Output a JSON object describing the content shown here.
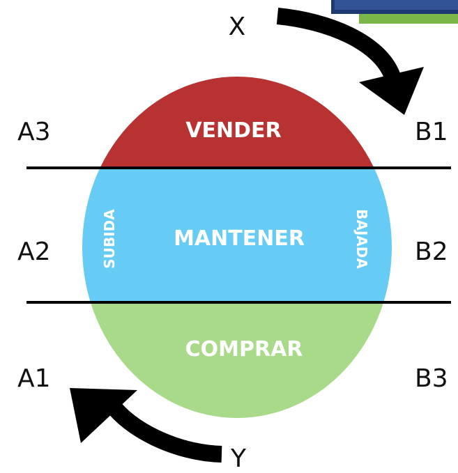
{
  "zones": {
    "top_label": "VENDER",
    "middle_label": "MANTENER",
    "bottom_label": "COMPRAR",
    "left_side_label": "SUBIDA",
    "right_side_label": "BAJADA"
  },
  "points": {
    "x": "X",
    "y": "Y",
    "a1": "A1",
    "a2": "A2",
    "a3": "A3",
    "b1": "B1",
    "b2": "B2",
    "b3": "B3"
  },
  "colors": {
    "sell_zone": "#b83232",
    "hold_zone": "#66ccf5",
    "buy_zone": "#a8da8a",
    "lines": "#000000",
    "arrows": "#000000",
    "corner_image_blue": "#1f3a73",
    "corner_image_green": "#7ab648"
  }
}
